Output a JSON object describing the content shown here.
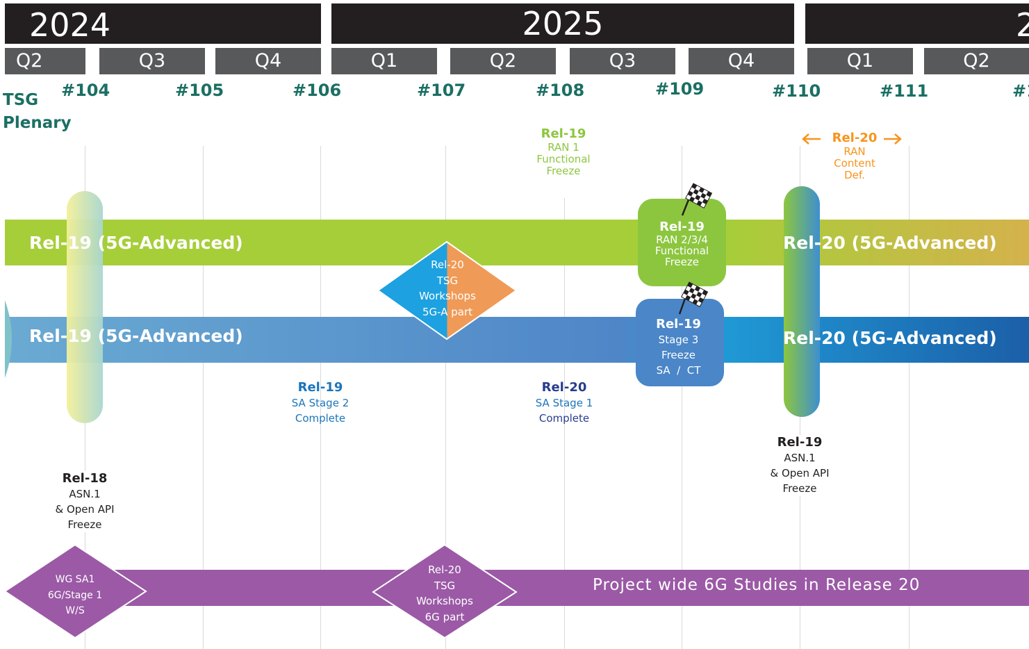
{
  "years": {
    "y2024": "2024",
    "y2025": "2025",
    "y2026": "2"
  },
  "quarters": {
    "q2_2024": "Q2",
    "q3_2024": "Q3",
    "q4_2024": "Q4",
    "q1_2025": "Q1",
    "q2_2025": "Q2",
    "q3_2025": "Q3",
    "q4_2025": "Q4",
    "q1_2026": "Q1",
    "q2_2026": "Q2"
  },
  "plenary": {
    "label_line1": "TSG",
    "label_line2": "Plenary",
    "meetings": {
      "m104": "#104",
      "m105": "#105",
      "m106": "#106",
      "m107": "#107",
      "m108": "#108",
      "m109": "#109",
      "m110": "#110",
      "m111": "#111",
      "m112": "#1"
    }
  },
  "bands": {
    "ran_rel19": "Rel-19 (5G-Advanced)",
    "ran_rel20": "Rel-20 (5G-Advanced)",
    "sa_rel19": "Rel-19 (5G-Advanced)",
    "sa_rel20": "Rel-20 (5G-Advanced)",
    "sixg": "Project wide 6G Studies in Release 20"
  },
  "milestones": {
    "ran1_freeze": {
      "title": "Rel-19",
      "l1": "RAN 1",
      "l2": "Functional",
      "l3": "Freeze"
    },
    "ran_content": {
      "title": "Rel-20",
      "l1": "RAN",
      "l2": "Content",
      "l3": "Def."
    },
    "ran234_freeze": {
      "title": "Rel-19",
      "l1": "RAN 2/3/4",
      "l2": "Functional",
      "l3": "Freeze"
    },
    "stage3_freeze": {
      "title": "Rel-19",
      "l1": "Stage 3",
      "l2": "Freeze",
      "l3": "SA  /  CT"
    },
    "sa_stage2": {
      "title": "Rel-19",
      "l1": "SA Stage 2",
      "l2": "Complete"
    },
    "sa_stage1": {
      "title": "Rel-20",
      "l1": "SA Stage 1",
      "l2": "Complete"
    },
    "rel19_asn1": {
      "title": "Rel-19",
      "l1": "ASN.1",
      "l2": "& Open API",
      "l3": "Freeze"
    },
    "rel18_asn1": {
      "title": "Rel-18",
      "l1": "ASN.1",
      "l2": "& Open API",
      "l3": "Freeze"
    },
    "ws_5ga": {
      "l1": "Rel-20",
      "l2": "TSG",
      "l3": "Workshops",
      "l4": "5G-A part"
    },
    "ws_6g": {
      "l1": "Rel-20",
      "l2": "TSG",
      "l3": "Workshops",
      "l4": "6G part"
    },
    "sa1_ws": {
      "l1": "WG SA1",
      "l2": "6G/Stage 1",
      "l3": "W/S"
    }
  },
  "colors": {
    "year_bar": "#231f20",
    "quarter_box": "#58595b",
    "meeting_text": "#1b6f63",
    "ran_green": "#a3c93a",
    "sa_blue": "#5b8fcc",
    "sixg_purple": "#9b59a6",
    "content_orange": "#f7941d",
    "dark_blue_text": "#283c8e"
  },
  "icons": {
    "flag": "checkered-flag-icon",
    "arrow": "arrow-icon"
  }
}
